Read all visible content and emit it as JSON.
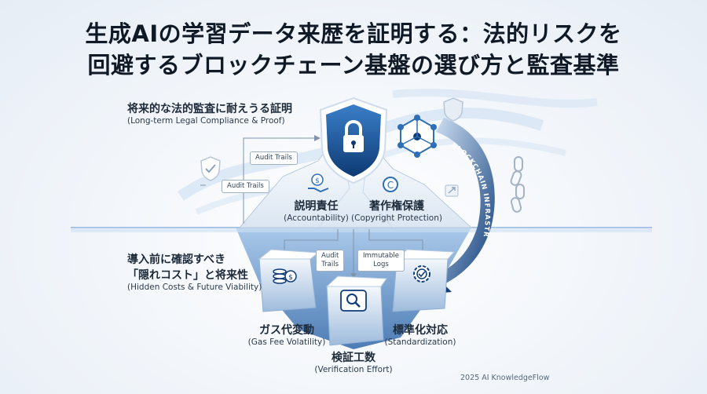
{
  "title": {
    "line1": "生成AIの学習データ来歴を証明する：法的リスクを",
    "line2": "回避するブロックチェーン基盤の選び方と監査基準"
  },
  "top_section": {
    "jp": "将来的な法的監査に耐えうる証明",
    "en": "(Long-term Legal Compliance & Proof)"
  },
  "bottom_section": {
    "jp1": "導入前に確認すべき",
    "jp2": "「隠れコスト」と将来性",
    "en": "(Hidden Costs & Future Viability)"
  },
  "iceberg_top": [
    {
      "jp": "説明責任",
      "en": "(Accountability)",
      "icon": "hand-coin-icon"
    },
    {
      "jp": "著作権保護",
      "en": "(Copyright Protection)",
      "icon": "copyright-icon"
    }
  ],
  "iceberg_bottom": [
    {
      "jp": "ガス代変動",
      "en": "(Gas Fee Volatility)",
      "icon": "coin-stack-icon"
    },
    {
      "jp": "検証工数",
      "en": "(Verification Effort)",
      "icon": "magnifier-icon"
    },
    {
      "jp": "標準化対応",
      "en": "(Standardization)",
      "icon": "gear-check-icon"
    }
  ],
  "tags": {
    "audit_trails_upper": "Audit Trails",
    "audit_trails_left": "Audit Trails",
    "audit_trails_under_1": "Audit",
    "audit_trails_under_2": "Trails",
    "immutable_logs_1": "Immutable",
    "immutable_logs_2": "Logs"
  },
  "arc_label": "BLOCKCHAIN INFRASTRUCTURE",
  "footer": "2025 AI KnowledgeFlow",
  "colors": {
    "dark_blue": "#0f3d7a",
    "mid_blue": "#2f6fb5",
    "ice_light": "#dfeaf6",
    "water": "#7da7d6"
  }
}
